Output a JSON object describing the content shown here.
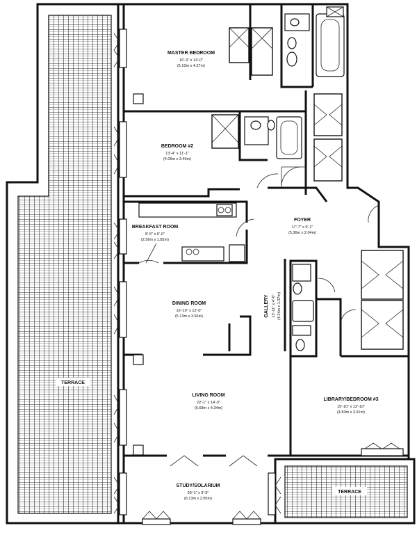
{
  "plan": {
    "rooms": [
      {
        "id": "master-bedroom",
        "name": "MASTER BEDROOM",
        "dims_imperial": "16'-9\" x 14'-0\"",
        "dims_metric": "(5.10m x 4.27m)"
      },
      {
        "id": "bedroom-2",
        "name": "BEDROOM #2",
        "dims_imperial": "13'-4\" x 11'-1\"",
        "dims_metric": "(4.06m x 3.40m)"
      },
      {
        "id": "breakfast-room",
        "name": "BREAKFAST ROOM",
        "dims_imperial": "8'-5\" x 6'-0\"",
        "dims_metric": "(2.56m x 1.82m)"
      },
      {
        "id": "foyer",
        "name": "FOYER",
        "dims_imperial": "17'-7\" x 9'-1\"",
        "dims_metric": "(5.36m x 2.04m)"
      },
      {
        "id": "gallery",
        "name": "GALLERY",
        "dims_imperial": "13'-11\" x 4'-6\"",
        "dims_metric": "(4.24m x 1.37m)"
      },
      {
        "id": "dining-room",
        "name": "DINING ROOM",
        "dims_imperial": "16'-10\" x 12'-0\"",
        "dims_metric": "(5.13m x 3.66m)"
      },
      {
        "id": "living-room",
        "name": "LIVING ROOM",
        "dims_imperial": "22'-1\" x 14'-3\"",
        "dims_metric": "(6.68m x 4.34m)"
      },
      {
        "id": "library",
        "name": "LIBRARY/BEDROOM #3",
        "dims_imperial": "15'-10\" x 12'-10\"",
        "dims_metric": "(4.83m x 3.91m)"
      },
      {
        "id": "study",
        "name": "STUDY/SOLARIUM",
        "dims_imperial": "20'-1\" x 9'-5\"",
        "dims_metric": "(6.13m x 2.85m)"
      }
    ],
    "terraces": [
      {
        "id": "terrace-west",
        "label": "TERRACE"
      },
      {
        "id": "terrace-south",
        "label": "TERRACE"
      }
    ]
  }
}
